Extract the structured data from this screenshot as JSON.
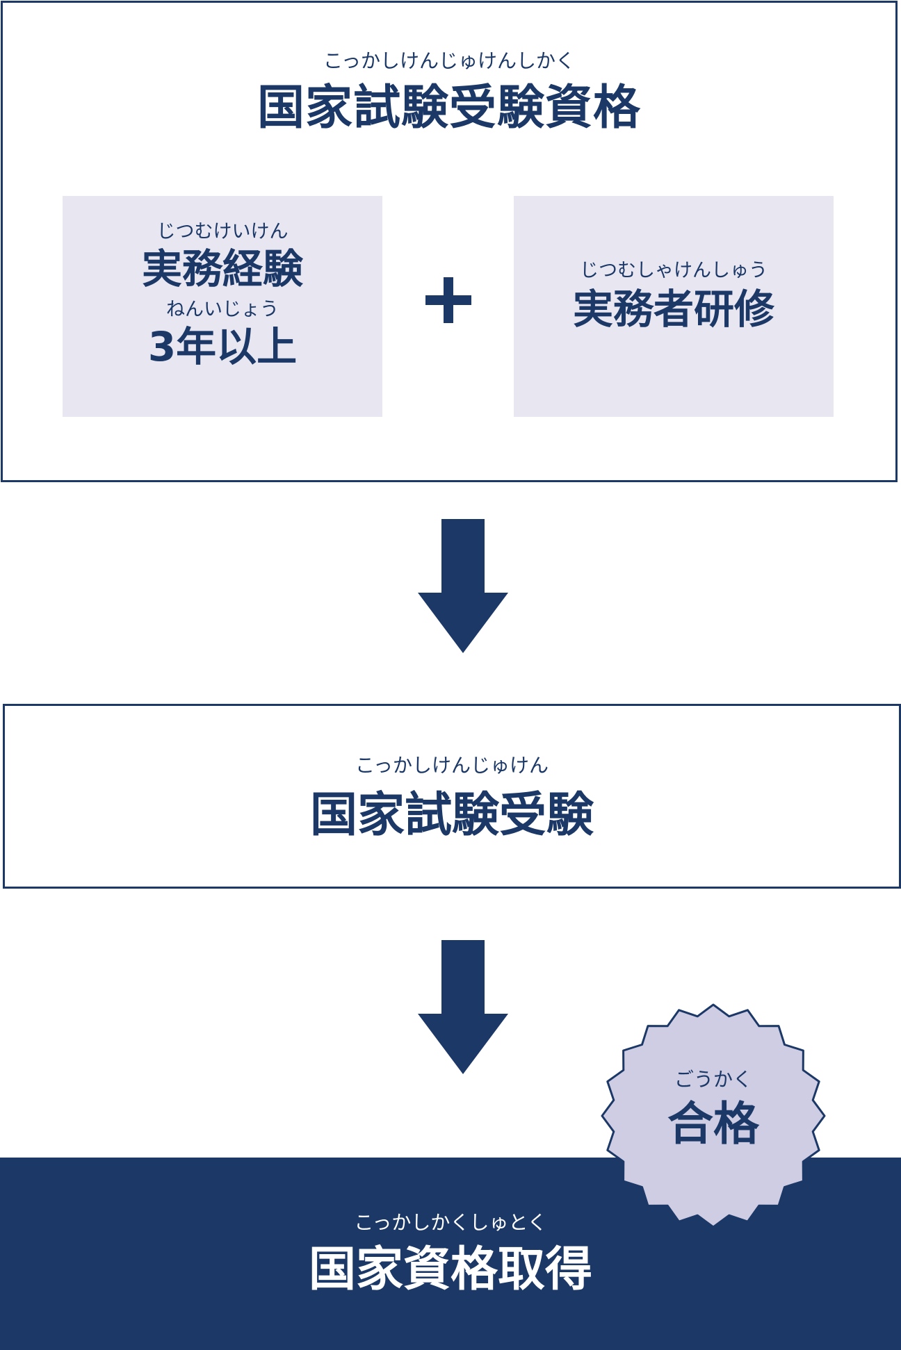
{
  "requirements": {
    "title_ruby": "こっかしけんじゅけんしかく",
    "title": "国家試験受験資格",
    "experience": {
      "ruby": "じつむけいけん",
      "label": "実務経験",
      "years_ruby": "ねんいじょう",
      "years": "3年以上"
    },
    "plus_icon": "plus-icon",
    "training": {
      "ruby": "じつむしゃけんしゅう",
      "label": "実務者研修"
    }
  },
  "exam": {
    "title_ruby": "こっかしけんじゅけん",
    "title": "国家試験受験"
  },
  "pass_badge": {
    "ruby": "ごうかく",
    "label": "合格"
  },
  "qualification": {
    "title_ruby": "こっかしかくしゅとく",
    "title": "国家資格取得"
  },
  "colors": {
    "navy": "#1b3867",
    "box_fill": "#e7e6f1",
    "badge_fill": "#cfcde3",
    "white": "#ffffff"
  }
}
